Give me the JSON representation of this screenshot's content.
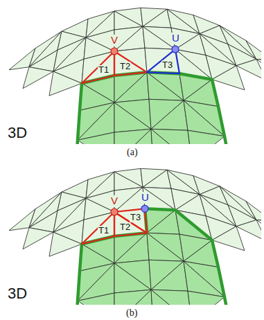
{
  "diagram": {
    "labels": [
      "V",
      "U",
      "T1",
      "T2",
      "T3",
      "3D",
      "(a)",
      "V",
      "T1",
      "T2",
      "T3",
      "U",
      "3D",
      "(b)"
    ]
  }
}
